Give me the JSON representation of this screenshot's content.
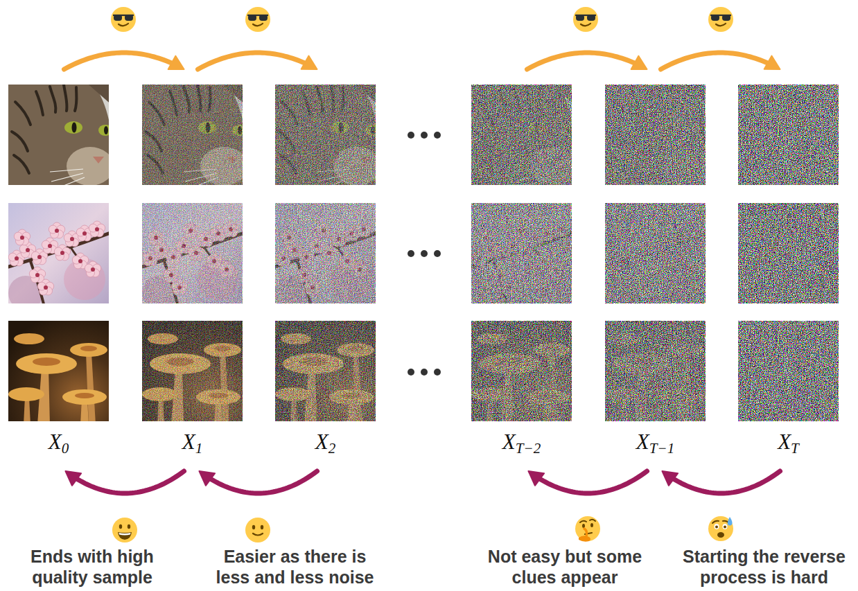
{
  "diagram": {
    "nodes": [
      {
        "text": [
          "X0"
        ]
      },
      {
        "text": [
          "X1"
        ]
      },
      {
        "text": [
          "X2"
        ]
      },
      {
        "text": [
          "XT−2"
        ]
      },
      {
        "text": [
          "XT−1"
        ]
      },
      {
        "text": [
          "XT"
        ]
      }
    ],
    "edges": [
      {
        "from": 0,
        "to": 1,
        "arrow": "to"
      },
      {
        "from": 1,
        "to": 2,
        "arrow": "to"
      },
      {
        "from": 3,
        "to": 4,
        "arrow": "to"
      },
      {
        "from": 4,
        "to": 5,
        "arrow": "to"
      },
      {
        "from": 1,
        "to": 0,
        "arrow": "to",
        "label": "Ends with high quality sample"
      },
      {
        "from": 2,
        "to": 1,
        "arrow": "to",
        "label": "Easier as there is less and less noise"
      },
      {
        "from": 4,
        "to": 3,
        "arrow": "to",
        "label": "Not easy but some clues appear"
      },
      {
        "from": 5,
        "to": 4,
        "arrow": "to",
        "label": "Starting the reverse process is hard"
      }
    ]
  }
}
